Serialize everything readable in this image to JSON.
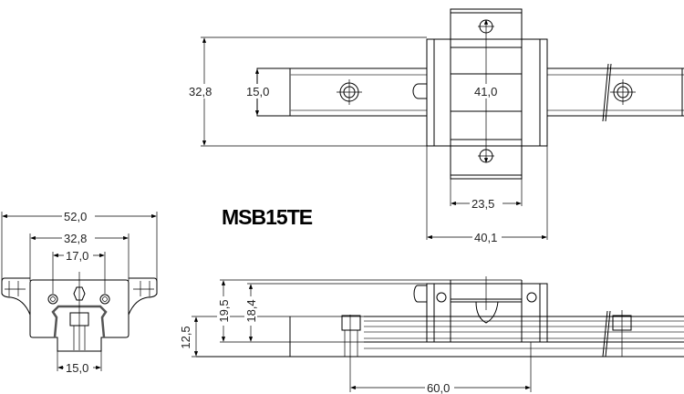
{
  "title": "MSB15TE",
  "top_view": {
    "total_height": "32,8",
    "rail_width": "15,0",
    "hole_pitch": "41,0",
    "block_width": "23,5",
    "block_length": "40,1"
  },
  "front_view": {
    "flange_width": "52,0",
    "body_width": "32,8",
    "hole_spacing": "17,0",
    "rail_width": "15,0"
  },
  "side_view": {
    "rail_height": "12,5",
    "total_height": "19,5",
    "block_height": "18,4",
    "rail_hole_pitch": "60,0"
  }
}
